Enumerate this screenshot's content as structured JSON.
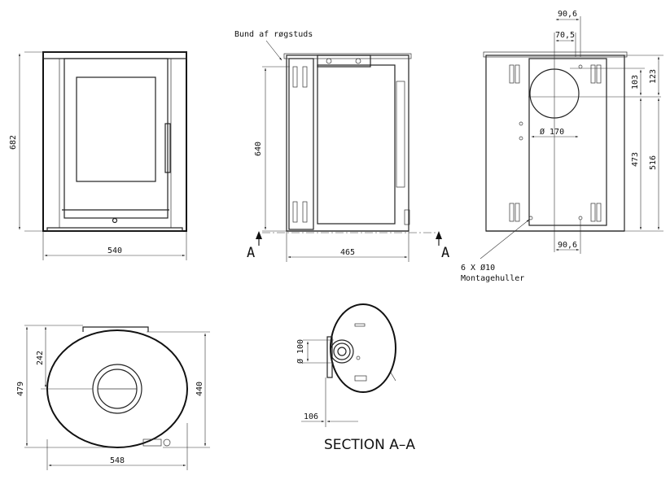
{
  "front_view": {
    "width": "540",
    "height": "682"
  },
  "side_view": {
    "note": "Bund af røgstuds",
    "height": "640",
    "width": "465",
    "section_marker_left": "A",
    "section_marker_right": "A"
  },
  "rear_view": {
    "top_dim_1": "90,6",
    "top_dim_2": "70,5",
    "dim_103": "103",
    "dim_123": "123",
    "diameter_label": "Ø 170",
    "dim_473": "473",
    "dim_516": "516",
    "bottom_dim": "90,6",
    "holes_label": "6 X Ø10",
    "holes_sublabel": "Montagehuller"
  },
  "top_view": {
    "width": "548",
    "depth": "479",
    "depth_inner": "440",
    "offset": "242"
  },
  "section_view": {
    "diameter_label": "Ø 100",
    "offset": "106",
    "title": "SECTION A–A"
  }
}
